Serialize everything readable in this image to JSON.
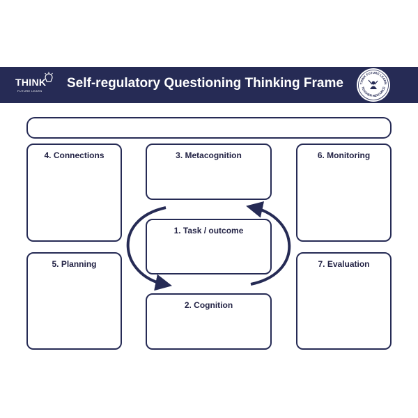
{
  "header": {
    "title": "Self-regulatory Questioning Thinking Frame",
    "logo_word": "THINK",
    "logo_sub": "FUTURE LEARN",
    "badge_text_top": "THINK FUTURE LEARN",
    "badge_text_bottom": "TEACHER RESOURCE",
    "banner_color": "#262b55"
  },
  "frame": {
    "top_bar_text": "",
    "boxes": {
      "connections": "4. Connections",
      "metacognition": "3. Metacognition",
      "monitoring": "6. Monitoring",
      "task": "1. Task / outcome",
      "planning": "5. Planning",
      "evaluation": "7. Evaluation",
      "cognition": "2. Cognition"
    },
    "line_color": "#262b55"
  }
}
